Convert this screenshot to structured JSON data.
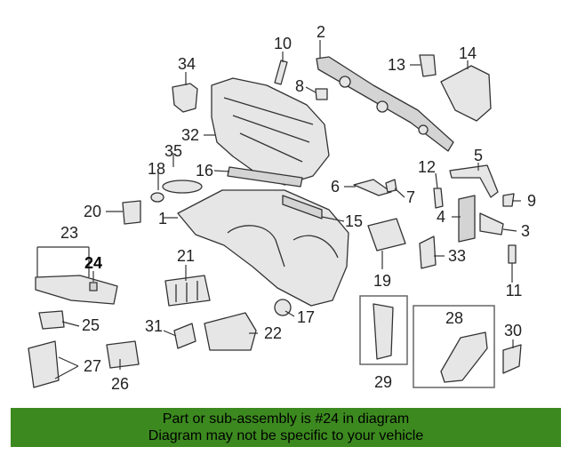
{
  "diagram": {
    "highlighted_part": "24",
    "parts": [
      {
        "num": "1"
      },
      {
        "num": "2"
      },
      {
        "num": "3"
      },
      {
        "num": "4"
      },
      {
        "num": "5"
      },
      {
        "num": "6"
      },
      {
        "num": "7"
      },
      {
        "num": "8"
      },
      {
        "num": "9"
      },
      {
        "num": "10"
      },
      {
        "num": "11"
      },
      {
        "num": "12"
      },
      {
        "num": "13"
      },
      {
        "num": "14"
      },
      {
        "num": "15"
      },
      {
        "num": "16"
      },
      {
        "num": "17"
      },
      {
        "num": "18"
      },
      {
        "num": "19"
      },
      {
        "num": "20"
      },
      {
        "num": "21"
      },
      {
        "num": "22"
      },
      {
        "num": "23"
      },
      {
        "num": "24"
      },
      {
        "num": "25"
      },
      {
        "num": "26"
      },
      {
        "num": "27"
      },
      {
        "num": "28"
      },
      {
        "num": "29"
      },
      {
        "num": "30"
      },
      {
        "num": "31"
      },
      {
        "num": "32"
      },
      {
        "num": "33"
      },
      {
        "num": "34"
      },
      {
        "num": "35"
      }
    ]
  },
  "banner": {
    "line1": "Part or sub-assembly is #24 in diagram",
    "line2": "Diagram may not be specific to your vehicle",
    "color": "#3c8a1f"
  }
}
